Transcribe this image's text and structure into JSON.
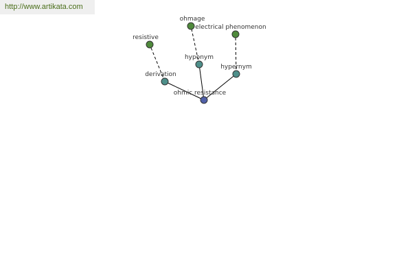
{
  "banner": {
    "url": "http://www.artikata.com"
  },
  "colors": {
    "center": "#5060a8",
    "relation": "#4e8f8a",
    "leaf": "#4f8a3c"
  },
  "nodes": {
    "center": "ohmic resistance",
    "derivation": "derivation",
    "hyponym": "hyponym",
    "hypernym": "hypernym",
    "resistive": "resistive",
    "ohmage": "ohmage",
    "electrical_phenomenon": "electrical phenomenon"
  }
}
